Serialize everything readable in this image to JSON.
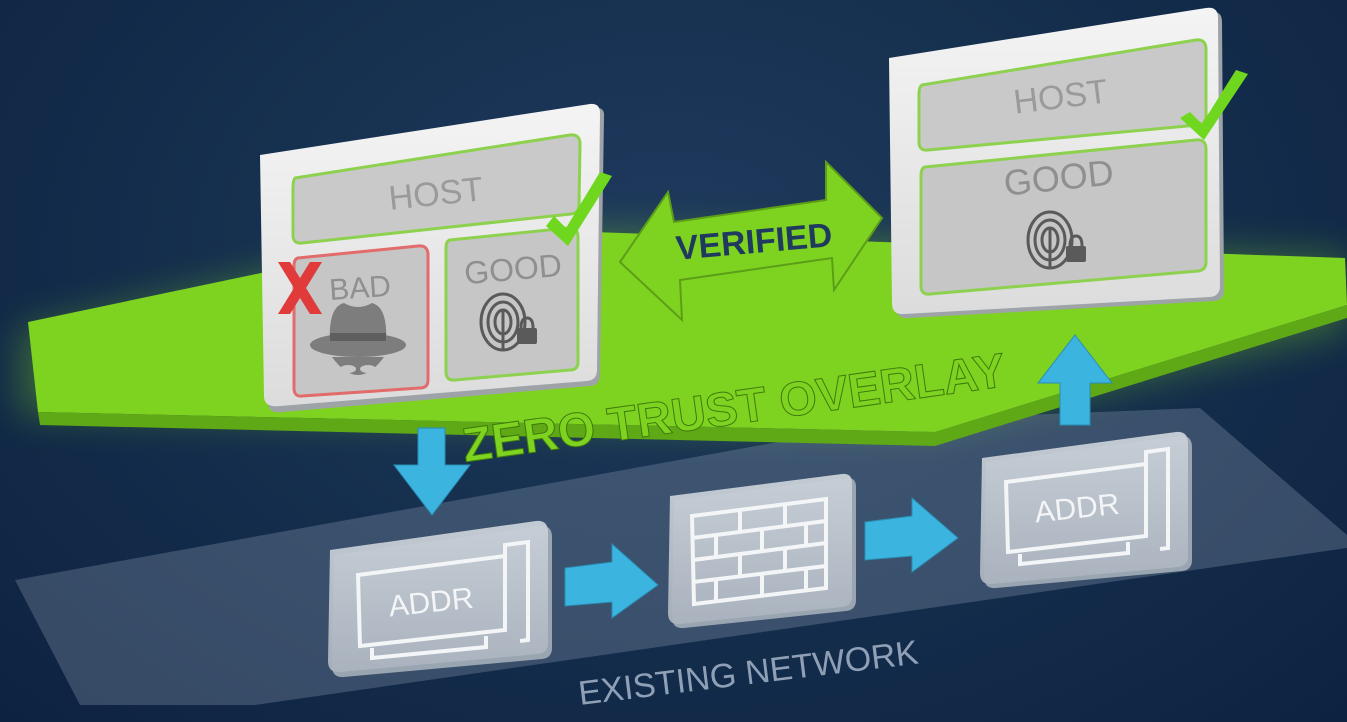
{
  "overlay": {
    "label": "ZERO TRUST OVERLAY",
    "color": "#7ed321"
  },
  "network": {
    "label": "EXISTING NETWORK"
  },
  "verified_arrow": {
    "label": "VERIFIED"
  },
  "left_host": {
    "title": "HOST",
    "bad_label": "BAD",
    "good_label": "GOOD",
    "bad_marker_icon": "red-x-icon",
    "bad_icon": "spy-icon",
    "good_icon": "fingerprint-lock-icon",
    "status_icon": "checkmark-icon"
  },
  "right_host": {
    "title": "HOST",
    "good_label": "GOOD",
    "good_icon": "fingerprint-lock-icon",
    "status_icon": "checkmark-icon"
  },
  "network_devices": [
    {
      "label": "ADDR",
      "icon": "network-card-icon"
    },
    {
      "label": "",
      "icon": "firewall-icon"
    },
    {
      "label": "ADDR",
      "icon": "network-card-icon"
    }
  ],
  "colors": {
    "accent_green": "#7ed321",
    "check_green": "#6fd81e",
    "arrow_blue": "#38b6e0",
    "bad_red": "#e03a3a",
    "background": "#16304f"
  }
}
